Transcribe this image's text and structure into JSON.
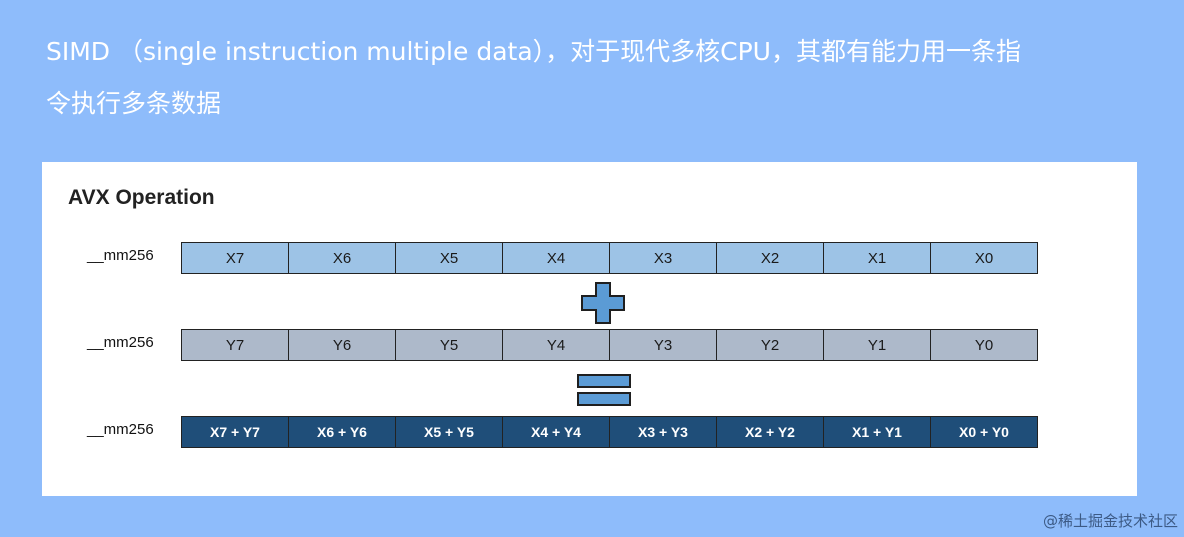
{
  "caption": {
    "line1": "SIMD （single instruction multiple data），对于现代多核CPU，其都有能力用一条指",
    "line2": "令执行多条数据"
  },
  "diagram": {
    "title": "AVX Operation",
    "rows": [
      {
        "label": "__mm256",
        "cells": [
          "X7",
          "X6",
          "X5",
          "X4",
          "X3",
          "X2",
          "X1",
          "X0"
        ]
      },
      {
        "label": "__mm256",
        "cells": [
          "Y7",
          "Y6",
          "Y5",
          "Y4",
          "Y3",
          "Y2",
          "Y1",
          "Y0"
        ]
      },
      {
        "label": "__mm256",
        "cells": [
          "X7 + Y7",
          "X6 + Y6",
          "X5 + Y5",
          "X4 + Y4",
          "X3 + Y3",
          "X2 + Y2",
          "X1 + Y1",
          "X0 + Y0"
        ]
      }
    ],
    "operators": [
      "plus-icon",
      "equals-icon"
    ],
    "colors": {
      "x_cell": "#9dc3e6",
      "y_cell": "#adb9ca",
      "result_cell": "#1f4e79",
      "operator": "#5b9bd5"
    }
  },
  "watermark": "@稀土掘金技术社区"
}
